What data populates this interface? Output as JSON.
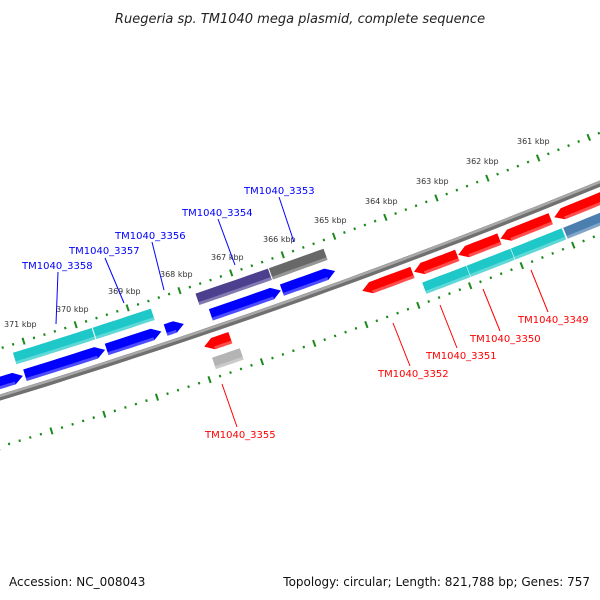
{
  "title": "Ruegeria sp. TM1040 mega plasmid, complete sequence",
  "footer": {
    "accession": "Accession: NC_008043",
    "topology": "Topology: circular; Length: 821,788 bp; Genes: 757"
  },
  "colors": {
    "backbone": "#8a8a8a",
    "tick": "#1a8a1a",
    "forward_label": "#0000ff",
    "reverse_label": "#ff0000",
    "kbp_label": "#333333"
  },
  "tick_labels": [
    "371 kbp",
    "370 kbp",
    "369 kbp",
    "368 kbp",
    "367 kbp",
    "366 kbp",
    "365 kbp",
    "364 kbp",
    "363 kbp",
    "362 kbp",
    "361 kbp"
  ],
  "gene_labels": {
    "forward": [
      "TM1040_3358",
      "TM1040_3357",
      "TM1040_3356",
      "TM1040_3354",
      "TM1040_3353"
    ],
    "reverse": [
      "TM1040_3355",
      "TM1040_3352",
      "TM1040_3351",
      "TM1040_3350",
      "TM1040_3349"
    ]
  },
  "features": [
    {
      "row": -1,
      "hi": 371.9,
      "lo": 371.2,
      "color": "#0000ff",
      "arrow": "lo"
    },
    {
      "row": -1,
      "hi": 371.16,
      "lo": 369.63,
      "color": "#0000ff",
      "arrow": "lo"
    },
    {
      "row": -1,
      "hi": 369.6,
      "lo": 368.55,
      "color": "#0000ff",
      "arrow": "lo"
    },
    {
      "row": -1,
      "hi": 368.47,
      "lo": 368.12,
      "color": "#0000ff",
      "arrow": "lo"
    },
    {
      "row": -1,
      "hi": 367.6,
      "lo": 366.25,
      "color": "#0000ff",
      "arrow": "lo"
    },
    {
      "row": -1,
      "hi": 366.23,
      "lo": 365.2,
      "color": "#0000ff",
      "arrow": "lo"
    },
    {
      "row": -2,
      "hi": 371.25,
      "lo": 369.74,
      "color": "#1ec8c8",
      "arrow": ""
    },
    {
      "row": -2,
      "hi": 369.72,
      "lo": 368.6,
      "color": "#1ec8c8",
      "arrow": ""
    },
    {
      "row": -2,
      "hi": 367.74,
      "lo": 366.34,
      "color": "#4b3f8e",
      "arrow": ""
    },
    {
      "row": -2,
      "hi": 366.32,
      "lo": 365.26,
      "color": "#686868",
      "arrow": ""
    },
    {
      "row": 1,
      "hi": 367.9,
      "lo": 367.4,
      "color": "#ff0000",
      "arrow": "hi"
    },
    {
      "row": 1,
      "hi": 364.86,
      "lo": 363.89,
      "color": "#ff0000",
      "arrow": "hi"
    },
    {
      "row": 1,
      "hi": 363.86,
      "lo": 363.02,
      "color": "#ff0000",
      "arrow": "hi"
    },
    {
      "row": 1,
      "hi": 363.0,
      "lo": 362.2,
      "color": "#ff0000",
      "arrow": "hi"
    },
    {
      "row": 1,
      "hi": 362.18,
      "lo": 361.2,
      "color": "#ff0000",
      "arrow": "hi"
    },
    {
      "row": 1,
      "hi": 361.13,
      "lo": 359.5,
      "color": "#ff0000",
      "arrow": "hi"
    },
    {
      "row": 2,
      "hi": 367.83,
      "lo": 367.3,
      "color": "#b4b4b4",
      "arrow": ""
    },
    {
      "row": 2,
      "hi": 363.79,
      "lo": 362.94,
      "color": "#1ec8c8",
      "arrow": ""
    },
    {
      "row": 2,
      "hi": 362.93,
      "lo": 362.08,
      "color": "#1ec8c8",
      "arrow": ""
    },
    {
      "row": 2,
      "hi": 362.07,
      "lo": 361.08,
      "color": "#1ec8c8",
      "arrow": ""
    },
    {
      "row": 2,
      "hi": 361.05,
      "lo": 359.5,
      "color": "#4a7fb0",
      "arrow": ""
    }
  ]
}
